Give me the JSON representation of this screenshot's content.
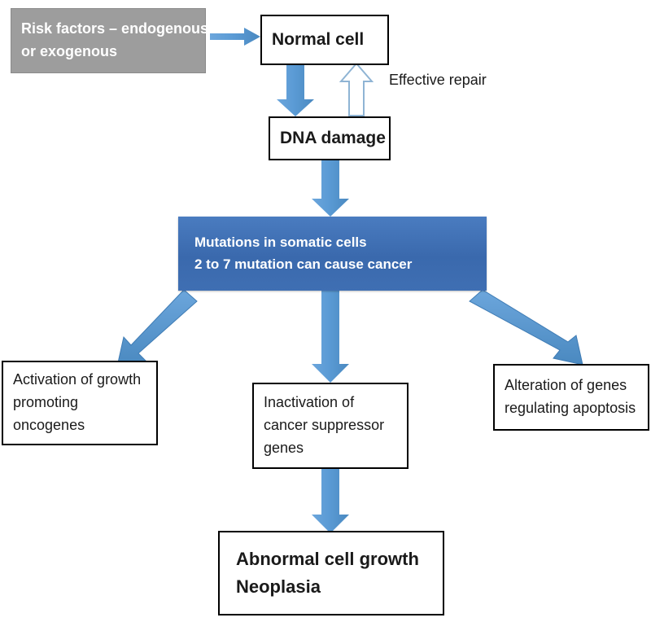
{
  "diagram": {
    "title": "Carcinogenesis flowchart",
    "colors": {
      "arrow_blue": "#5b9bd5",
      "arrow_blue_dark": "#4a89c0",
      "box_blue_top": "#4a7cc0",
      "box_blue_bottom": "#3a69ad",
      "box_gray": "#9d9d9d",
      "box_border": "#000000",
      "text_dark": "#1a1a1a",
      "text_light": "#ffffff",
      "hollow_arrow_outline": "#8fb4d4"
    },
    "nodes": [
      {
        "id": "risk-factors",
        "style": "gray",
        "lines": [
          "Risk factors – endogenous",
          "or exogenous"
        ]
      },
      {
        "id": "normal-cell",
        "style": "plain-bold",
        "lines": [
          "Normal cell"
        ]
      },
      {
        "id": "dna-damage",
        "style": "plain-bold",
        "lines": [
          "DNA damage"
        ]
      },
      {
        "id": "mutations",
        "style": "blue",
        "lines": [
          "Mutations in somatic cells",
          "2 to 7 mutation can cause cancer"
        ]
      },
      {
        "id": "oncogenes",
        "style": "plain",
        "lines": [
          "Activation of growth",
          "promoting",
          "oncogenes"
        ]
      },
      {
        "id": "suppressor-genes",
        "style": "plain",
        "lines": [
          "Inactivation of",
          "cancer suppressor",
          "genes"
        ]
      },
      {
        "id": "apoptosis",
        "style": "plain",
        "lines": [
          "Alteration of genes",
          "regulating apoptosis"
        ]
      },
      {
        "id": "neoplasia",
        "style": "plain-bold",
        "lines": [
          "Abnormal cell growth",
          "Neoplasia"
        ]
      }
    ],
    "labels": [
      {
        "id": "effective-repair",
        "text": "Effective repair"
      }
    ]
  },
  "nodes": {
    "risk_factors": {
      "line1": "Risk factors – endogenous",
      "line2": "or exogenous"
    },
    "normal_cell": {
      "line1": "Normal cell"
    },
    "dna_damage": {
      "line1": "DNA damage"
    },
    "mutations": {
      "line1": "Mutations in somatic cells",
      "line2": "2 to 7 mutation can cause cancer"
    },
    "oncogenes": {
      "line1": "Activation of growth",
      "line2": "promoting",
      "line3": "oncogenes"
    },
    "suppressor_genes": {
      "line1": "Inactivation of",
      "line2": "cancer suppressor",
      "line3": "genes"
    },
    "apoptosis": {
      "line1": "Alteration of genes",
      "line2": "regulating apoptosis"
    },
    "neoplasia": {
      "line1": "Abnormal cell growth",
      "line2": "Neoplasia"
    }
  },
  "labels": {
    "effective_repair": "Effective repair"
  }
}
